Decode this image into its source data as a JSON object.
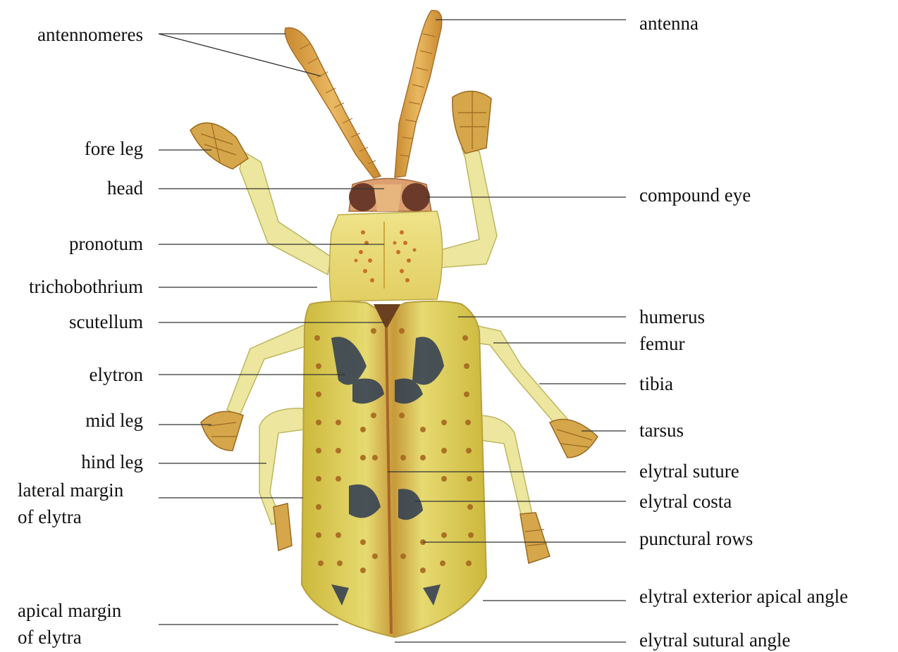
{
  "colors": {
    "background": "#ffffff",
    "leader_line": "#333333",
    "label_text": "#111111",
    "body_yellow": "#d9c84a",
    "body_light": "#eee68a",
    "appendage": "#e8e49a",
    "antenna": "#d8a247",
    "eye": "#6b3a2a",
    "dark_marking": "#2c3a52",
    "puncture_orange": "#c07a2a"
  },
  "labels_left": [
    {
      "id": "antennomeres",
      "text": "antennomeres"
    },
    {
      "id": "fore_leg",
      "text": "fore leg"
    },
    {
      "id": "head",
      "text": "head"
    },
    {
      "id": "pronotum",
      "text": "pronotum"
    },
    {
      "id": "trichobothrium",
      "text": "trichobothrium"
    },
    {
      "id": "scutellum",
      "text": "scutellum"
    },
    {
      "id": "elytron",
      "text": "elytron"
    },
    {
      "id": "mid_leg",
      "text": "mid leg"
    },
    {
      "id": "hind_leg",
      "text": "hind leg"
    },
    {
      "id": "lateral_margin_1",
      "text": "lateral margin"
    },
    {
      "id": "lateral_margin_2",
      "text": "of elytra"
    },
    {
      "id": "apical_margin_1",
      "text": "apical margin"
    },
    {
      "id": "apical_margin_2",
      "text": "of elytra"
    }
  ],
  "labels_right": [
    {
      "id": "antenna",
      "text": "antenna"
    },
    {
      "id": "compound_eye",
      "text": "compound eye"
    },
    {
      "id": "humerus",
      "text": "humerus"
    },
    {
      "id": "femur",
      "text": "femur"
    },
    {
      "id": "tibia",
      "text": "tibia"
    },
    {
      "id": "tarsus",
      "text": "tarsus"
    },
    {
      "id": "elytral_suture",
      "text": "elytral suture"
    },
    {
      "id": "elytral_costa",
      "text": "elytral costa"
    },
    {
      "id": "punctural_rows",
      "text": "punctural rows"
    },
    {
      "id": "elytral_exterior_apical_angle",
      "text": "elytral exterior apical angle"
    },
    {
      "id": "elytral_sutural_angle",
      "text": "elytral sutural angle"
    }
  ]
}
